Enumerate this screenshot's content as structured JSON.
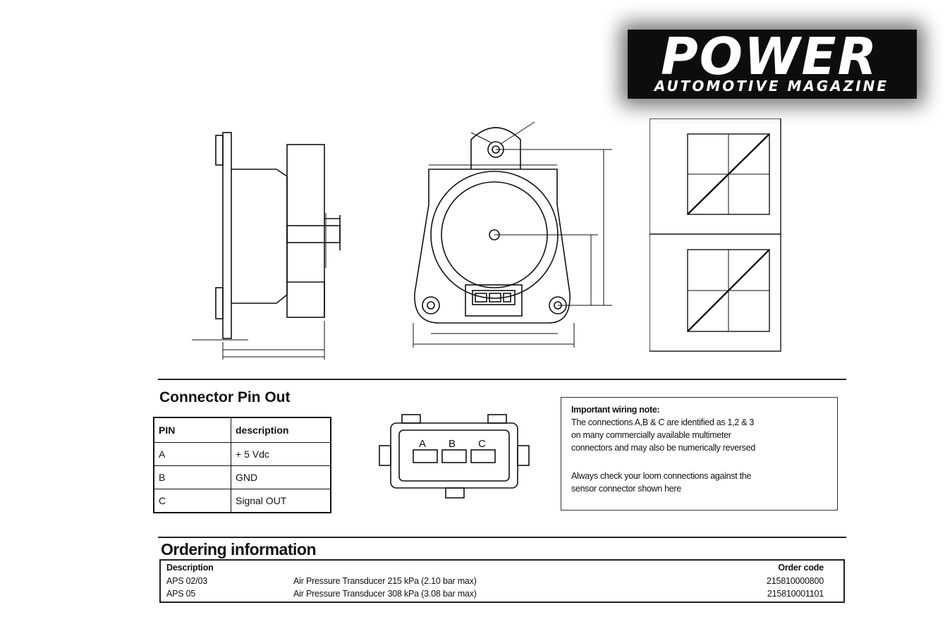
{
  "logo": {
    "title": "POWER",
    "subtitle": "AUTOMOTIVE MAGAZINE"
  },
  "pinout": {
    "heading": "Connector Pin Out",
    "columns": [
      "PIN",
      "description"
    ],
    "rows": [
      {
        "pin": "A",
        "desc": "+ 5 Vdc"
      },
      {
        "pin": "B",
        "desc": "GND"
      },
      {
        "pin": "C",
        "desc": "Signal OUT"
      }
    ]
  },
  "connector": {
    "labels": [
      "A",
      "B",
      "C"
    ]
  },
  "note": {
    "title": "Important wiring note:",
    "lines": [
      "The connections A,B & C are identified as 1,2 & 3",
      "on many commercially available multimeter",
      "connectors and may also be numerically reversed"
    ],
    "lines2": [
      "Always check your loom connections against the",
      "sensor connector shown here"
    ]
  },
  "ordering": {
    "heading": "Ordering information",
    "columns": [
      "Description",
      "Order code"
    ],
    "rows": [
      {
        "code": "APS 02/03",
        "desc": "Air Pressure Transducer 215 kPa (2.10 bar max)",
        "order": "215810000800"
      },
      {
        "code": "APS 05",
        "desc": "Air Pressure Transducer 308 kPa (3.08 bar max)",
        "order": "215810001101"
      }
    ]
  }
}
